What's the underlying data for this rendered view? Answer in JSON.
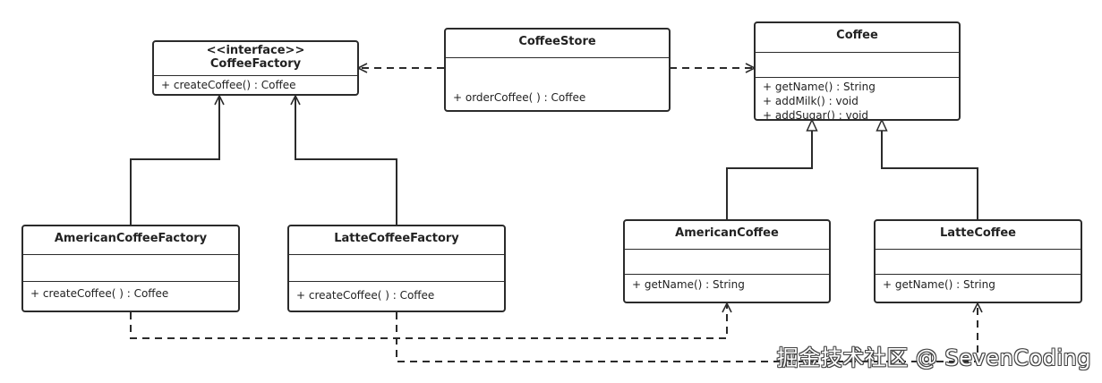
{
  "classes": {
    "coffee_factory": {
      "stereotype": "<<interface>>",
      "name": "CoffeeFactory",
      "methods": [
        "+ createCoffee() : Coffee"
      ]
    },
    "coffee_store": {
      "name": "CoffeeStore",
      "methods": [
        "+ orderCoffee( ) : Coffee"
      ]
    },
    "coffee": {
      "name": "Coffee",
      "methods": [
        "+ getName() : String",
        "+ addMilk() : void",
        "+ addSugar() : void"
      ]
    },
    "american_coffee_factory": {
      "name": "AmericanCoffeeFactory",
      "methods": [
        "+ createCoffee( ) : Coffee"
      ]
    },
    "latte_coffee_factory": {
      "name": "LatteCoffeeFactory",
      "methods": [
        "+ createCoffee( ) : Coffee"
      ]
    },
    "american_coffee": {
      "name": "AmericanCoffee",
      "methods": [
        "+ getName() : String"
      ]
    },
    "latte_coffee": {
      "name": "LatteCoffee",
      "methods": [
        "+ getName() : String"
      ]
    }
  },
  "relationships": [
    {
      "from": "CoffeeStore",
      "to": "CoffeeFactory",
      "type": "dependency"
    },
    {
      "from": "CoffeeStore",
      "to": "Coffee",
      "type": "dependency"
    },
    {
      "from": "AmericanCoffeeFactory",
      "to": "CoffeeFactory",
      "type": "association"
    },
    {
      "from": "LatteCoffeeFactory",
      "to": "CoffeeFactory",
      "type": "association"
    },
    {
      "from": "AmericanCoffee",
      "to": "Coffee",
      "type": "generalization"
    },
    {
      "from": "LatteCoffee",
      "to": "Coffee",
      "type": "generalization"
    },
    {
      "from": "AmericanCoffeeFactory",
      "to": "AmericanCoffee",
      "type": "dependency"
    },
    {
      "from": "LatteCoffeeFactory",
      "to": "LatteCoffee",
      "type": "dependency"
    }
  ],
  "watermark": "掘金技术社区 @ SevenCoding",
  "colors": {
    "stroke": "#2b2b2b",
    "background": "#ffffff"
  }
}
